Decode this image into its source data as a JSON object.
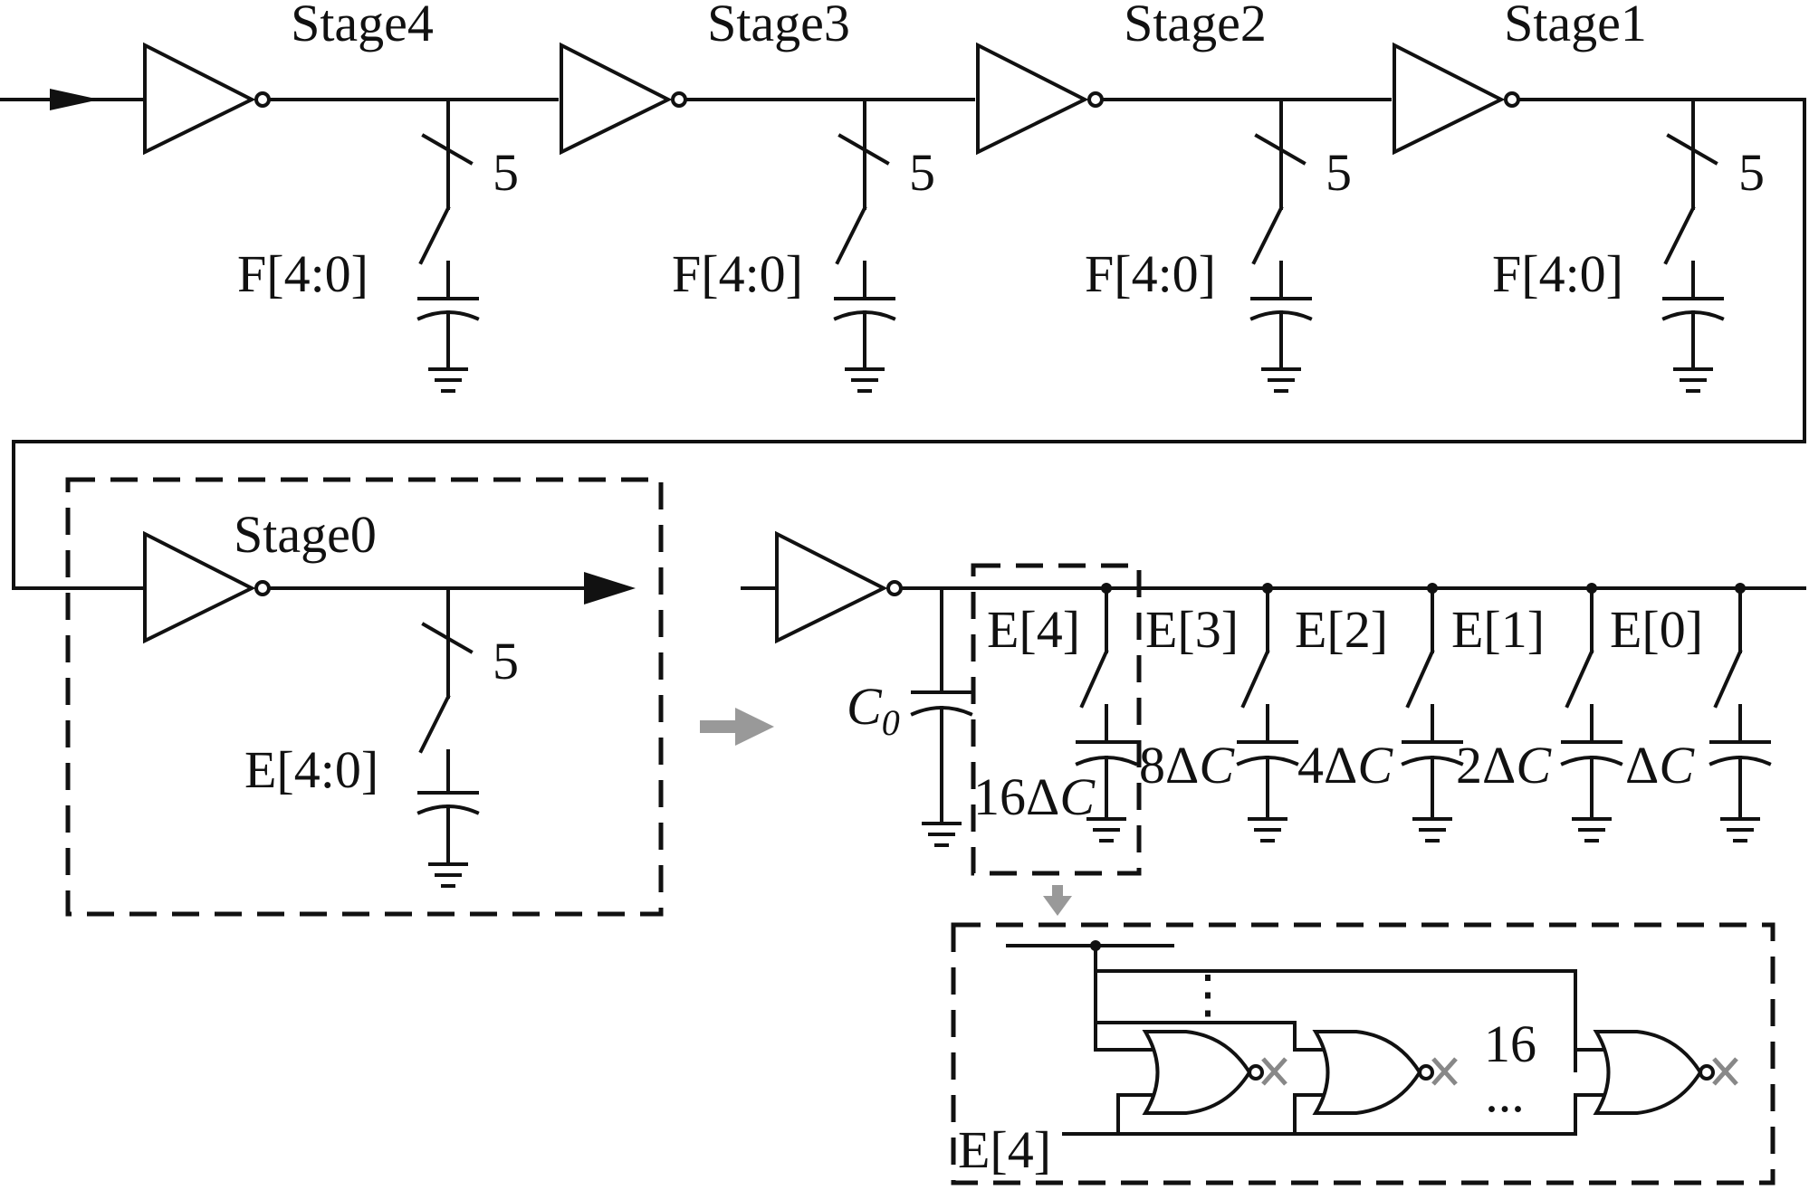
{
  "stages_top": [
    {
      "name": "Stage4",
      "bits": "5",
      "control": "F[4:0]"
    },
    {
      "name": "Stage3",
      "bits": "5",
      "control": "F[4:0]"
    },
    {
      "name": "Stage2",
      "bits": "5",
      "control": "F[4:0]"
    },
    {
      "name": "Stage1",
      "bits": "5",
      "control": "F[4:0]"
    }
  ],
  "stage0": {
    "name": "Stage0",
    "bits": "5",
    "control": "E[4:0]"
  },
  "bank": {
    "c0": "C",
    "c0_sub": "0",
    "switches": [
      "E[4]",
      "E[3]",
      "E[2]",
      "E[1]",
      "E[0]"
    ],
    "caps": [
      {
        "num": "16",
        "delta": "Δ",
        "c": "C"
      },
      {
        "num": "8",
        "delta": "Δ",
        "c": "C"
      },
      {
        "num": "4",
        "delta": "Δ",
        "c": "C"
      },
      {
        "num": "2",
        "delta": "Δ",
        "c": "C"
      },
      {
        "num": "",
        "delta": "Δ",
        "c": "C"
      }
    ]
  },
  "detail": {
    "count": "16",
    "ellipsis": "...",
    "vdots": "⋮",
    "input": "E[4]"
  }
}
